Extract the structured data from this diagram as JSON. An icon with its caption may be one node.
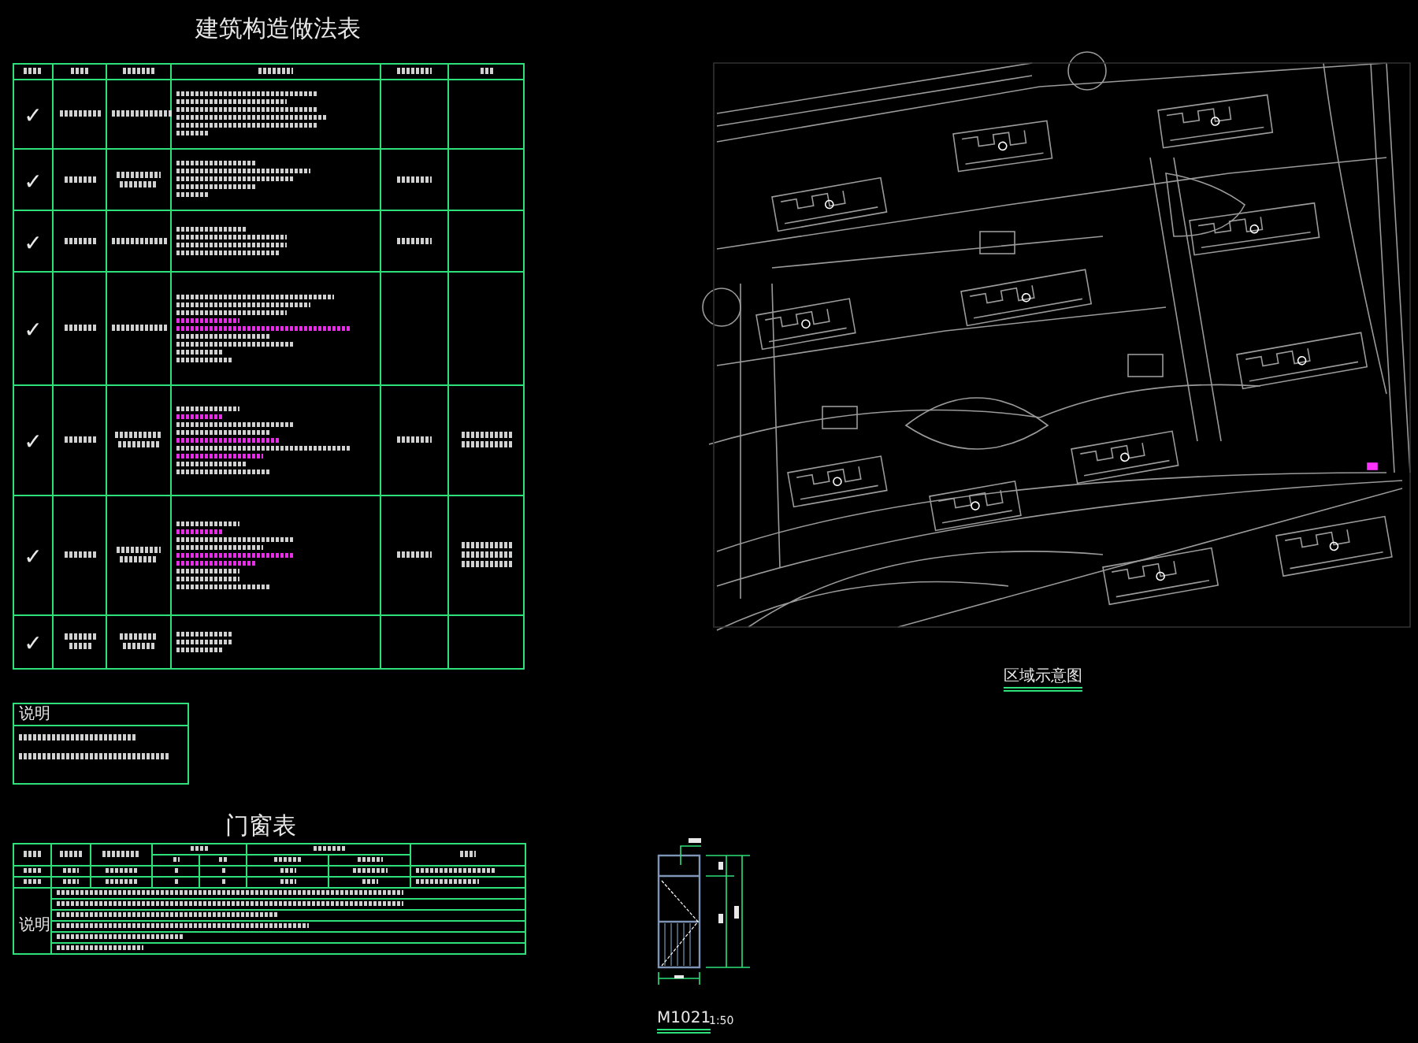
{
  "diagram": {
    "title": "建筑构造做法表",
    "labels": [
      "✓",
      "✓",
      "✓",
      "✓",
      "✓",
      "✓",
      "✓",
      "说明",
      "门窗表",
      "说明",
      "区域示意图",
      "M1021",
      "1:50"
    ]
  }
}
